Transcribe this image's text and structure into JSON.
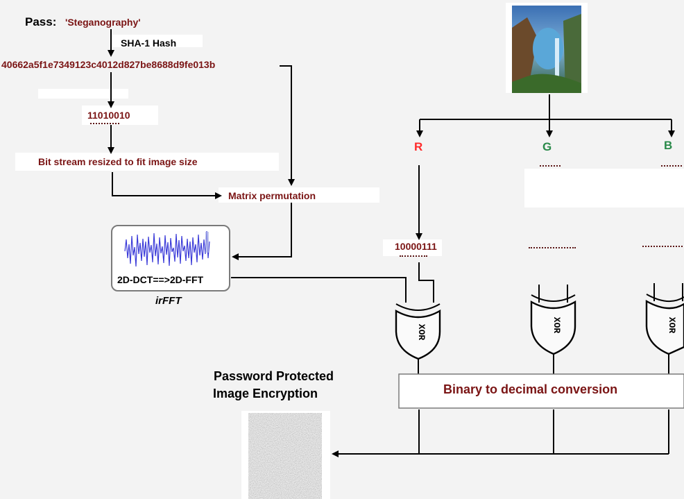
{
  "pass": {
    "label": "Pass:",
    "value": "'Steganography'"
  },
  "hash": {
    "label": "SHA-1 Hash",
    "value": "40662a5f1e7349123c4012d827be8688d9fe013b"
  },
  "bits": {
    "key_bits": "11010010",
    "pixel_bits": "10000111"
  },
  "resize_label": "Bit stream resized to fit image size",
  "matrix_label": "Matrix permutation",
  "fft": {
    "box_label": "2D-DCT==>2D-FFT",
    "caption": "irFFT",
    "waveform_icon": "waveform-icon"
  },
  "channels": [
    {
      "label": "R",
      "color": "#ff2a2a"
    },
    {
      "label": "G",
      "color": "#2a8a4a"
    },
    {
      "label": "B",
      "color": "#2a8a4a"
    }
  ],
  "xor_label": "XOR",
  "conversion_label": "Binary to decimal conversion",
  "output": {
    "title_line1": "Password Protected",
    "title_line2": "Image Encryption"
  },
  "colors": {
    "dark_red": "#7a1414",
    "line": "#000000",
    "background": "#f3f3f3"
  }
}
